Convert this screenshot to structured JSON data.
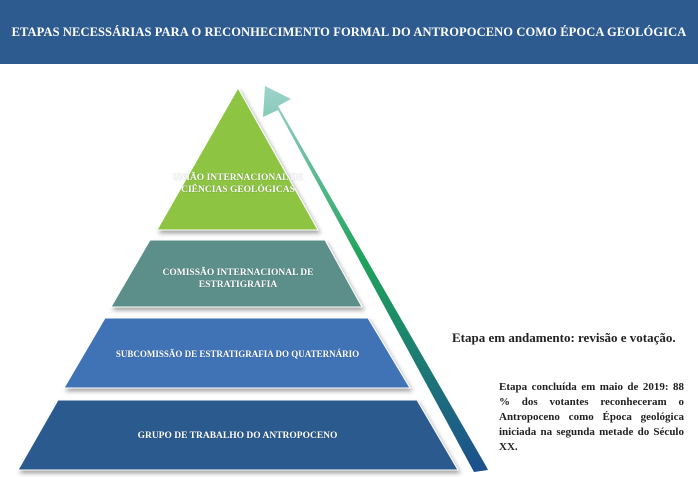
{
  "title": "ETAPAS NECESSÁRIAS PARA O RECONHECIMENTO FORMAL DO ANTROPOCENO COMO ÉPOCA GEOLÓGICA",
  "levels": [
    {
      "label": "UNIÃO INTERNACIONAL DE CIÊNCIAS GEOLÓGICAS",
      "color": "#8dc443"
    },
    {
      "label": "COMISSÃO INTERNACIONAL DE ESTRATIGRAFIA",
      "color": "#5b8f8a"
    },
    {
      "label": "SUBCOMISSÃO DE ESTRATIGRAFIA DO QUATERNÁRIO",
      "color": "#3f73b5"
    },
    {
      "label": "GRUPO DE TRABALHO DO ANTROPOCENO",
      "color": "#2b5a8e"
    }
  ],
  "notes": {
    "in_progress": "Etapa em andamento: revisão e votação.",
    "completed": "Etapa concluída em maio de 2019: 88 % dos votantes reconheceram o Antropoceno como Época geológica iniciada na segunda metade do Século XX."
  },
  "arrow_colors": {
    "top": "#9ed3cc",
    "middle": "#1ea35a",
    "bottom": "#1b4f8f"
  }
}
